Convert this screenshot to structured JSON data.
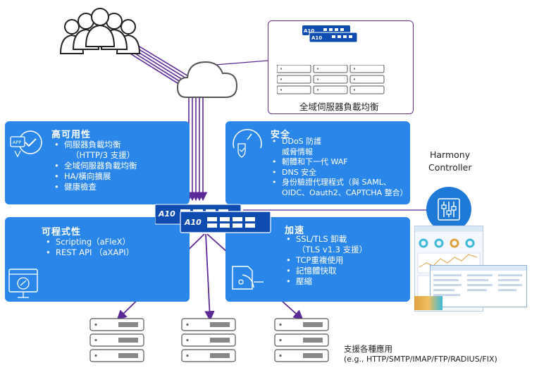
{
  "gslb": {
    "label": "全域伺服器負載均衡"
  },
  "panels": {
    "ha": {
      "title": "高可用性",
      "items": [
        "伺服器負載均衡",
        "（HTTP/3 支援）",
        "全域伺服器負載均衡",
        "HA/橫向擴展",
        "健康檢查"
      ]
    },
    "security": {
      "title": "安全",
      "items": [
        "DDoS 防護",
        "威脅情報",
        "軔體和下一代 WAF",
        "DNS 安全",
        "身份驗證代理程式（與 SAML、",
        "OIDC、Oauth2、CAPTCHA 整合）"
      ]
    },
    "programmability": {
      "title": "可程式性",
      "items": [
        "Scripting（aFleX）",
        "REST API （aXAPI）"
      ]
    },
    "acceleration": {
      "title": "加速",
      "items": [
        "SSL/TLS 卸載",
        "（TLS v1.3 支援）",
        "TCP重複使用",
        "記憶體快取",
        "壓縮"
      ]
    }
  },
  "harmony": {
    "line1": "Harmony",
    "line2": "Controller"
  },
  "app_icon_text": "APP",
  "device_brand": "A10",
  "support": {
    "line1": "支援各種應用",
    "line2": "(e.g., HTTP/SMTP/IMAP/FTP/RADIUS/FIX)"
  },
  "colors": {
    "panel": "#2a86e8",
    "purple": "#5b2a96",
    "navy": "#1a3d8f",
    "device": "#0f4cb0"
  }
}
